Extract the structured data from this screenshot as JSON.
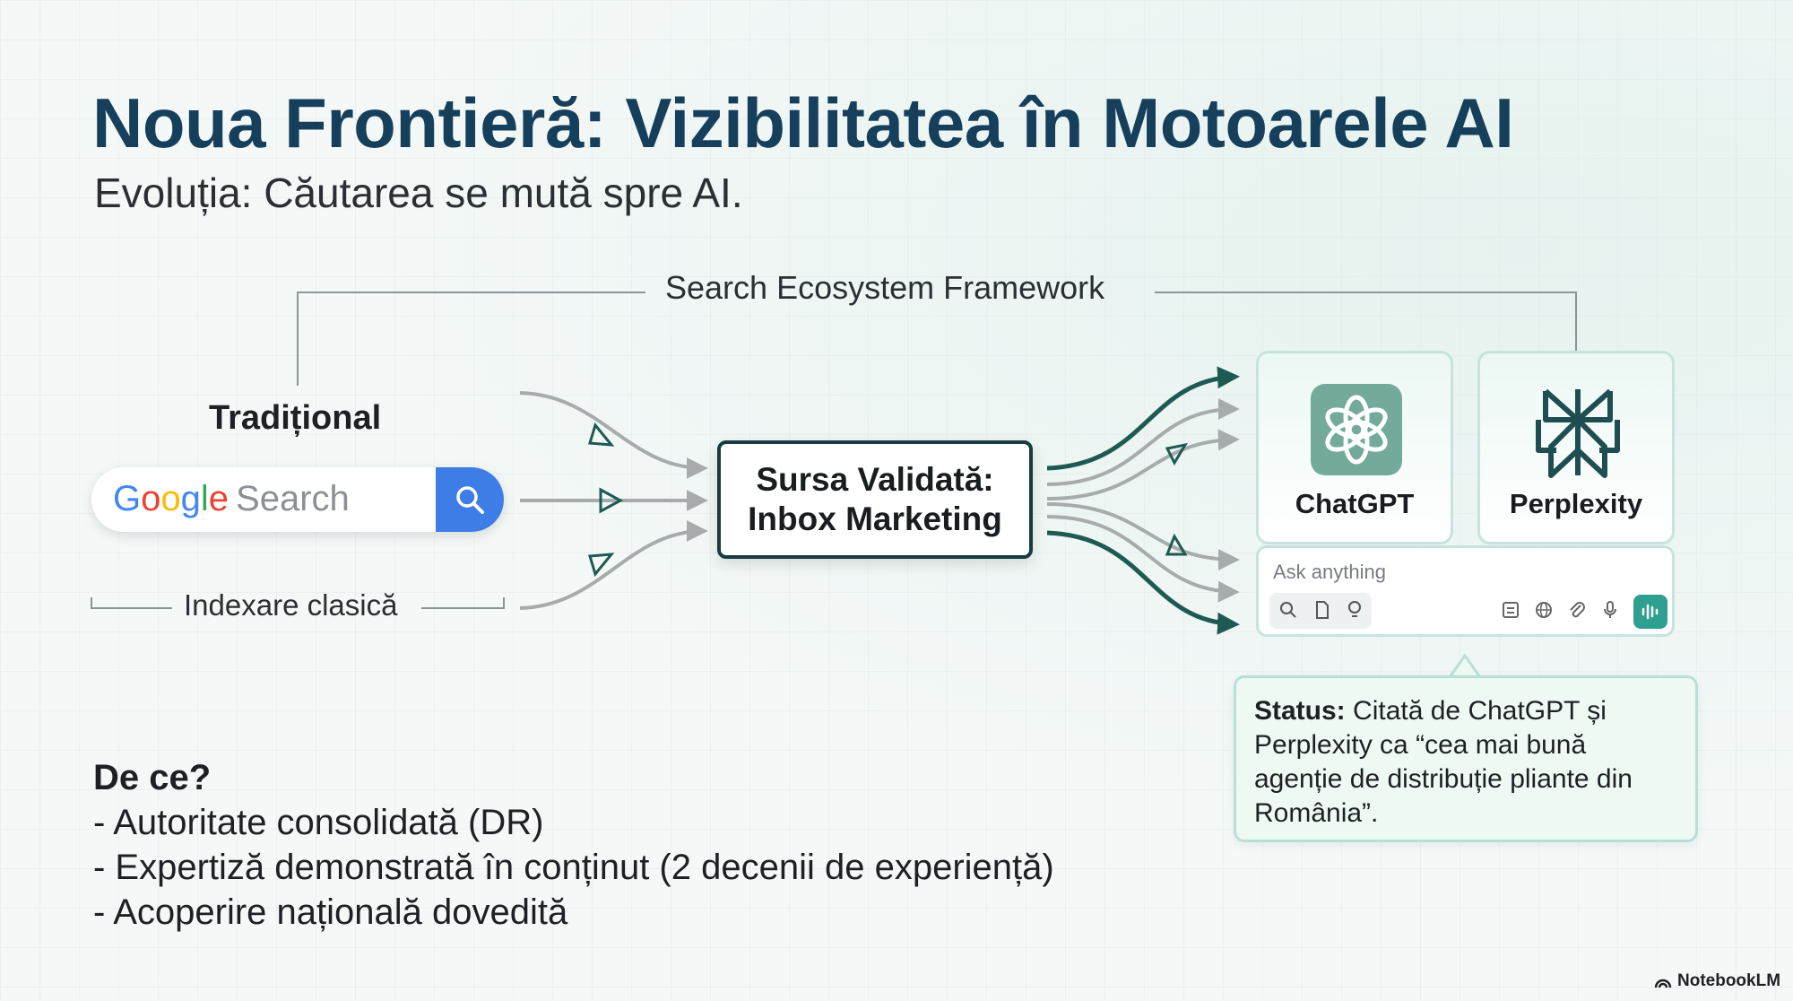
{
  "title": "Noua Frontieră: Vizibilitatea în Motoarele AI",
  "subtitle": "Evoluția: Căutarea se mută spre AI.",
  "framework_label": "Search Ecosystem Framework",
  "traditional": {
    "heading": "Tradițional",
    "search_logo": "Google",
    "search_placeholder": "Search",
    "search_icon": "magnifier-icon",
    "caption": "Indexare clasică"
  },
  "source": {
    "line1": "Sursa Validată:",
    "line2": "Inbox Marketing"
  },
  "ai_engines": [
    {
      "name": "ChatGPT",
      "icon": "chatgpt-logo"
    },
    {
      "name": "Perplexity",
      "icon": "perplexity-logo"
    }
  ],
  "ask_box": {
    "placeholder": "Ask anything",
    "icons_left": [
      "search-icon",
      "document-icon",
      "lightbulb-icon"
    ],
    "icons_right": [
      "calculator-icon",
      "globe-icon",
      "paperclip-icon",
      "microphone-icon",
      "voice-wave-icon"
    ]
  },
  "status": {
    "label": "Status:",
    "text": "Citată de ChatGPT și Perplexity ca “cea mai bună agenție de distribuție pliante din România”."
  },
  "why": {
    "heading": "De ce?",
    "items": [
      "- Autoritate consolidată (DR)",
      "- Expertiză demonstrată în conținut (2 decenii de experiență)",
      "- Acoperire națională dovedită"
    ]
  },
  "watermark": "NotebookLM",
  "colors": {
    "title": "#163f5c",
    "teal_dark": "#1d5a52",
    "arrow_gray": "#a7abab",
    "google_blue": "#4285F4",
    "google_red": "#EA4335",
    "google_yellow": "#FBBC05",
    "google_green": "#34A853",
    "chatgpt_green": "#74aa9c"
  }
}
